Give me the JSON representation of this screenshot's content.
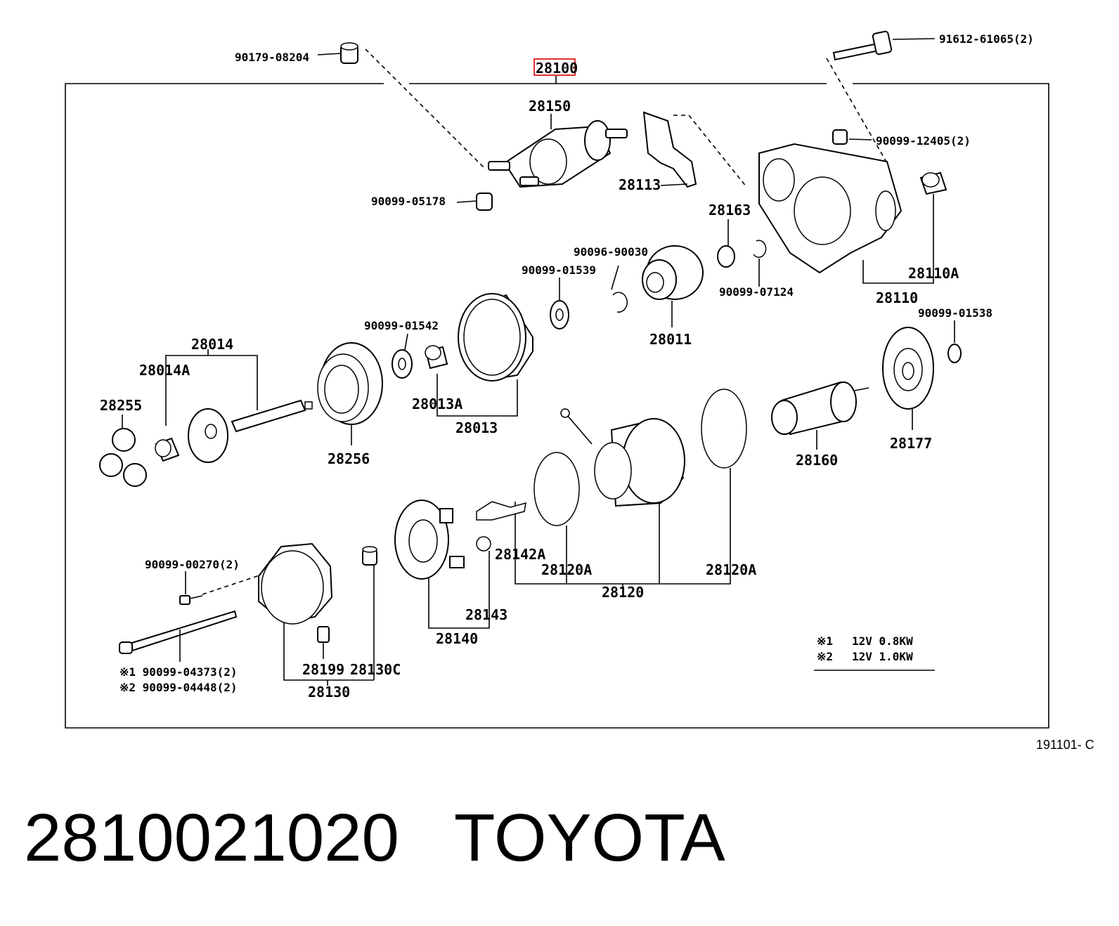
{
  "diagram": {
    "assembly_part": "28100",
    "reference_code": "191101- C",
    "labels": {
      "p90179_08204": "90179-08204",
      "p91612_61065": "91612-61065(2)",
      "p28150": "28150",
      "p90099_12405": "90099-12405(2)",
      "p28113": "28113",
      "p90099_05178": "90099-05178",
      "p28163": "28163",
      "p90096_90030": "90096-90030",
      "p90099_01539": "90099-01539",
      "p28110A": "28110A",
      "p90099_07124": "90099-07124",
      "p28110": "28110",
      "p90099_01538": "90099-01538",
      "p28011": "28011",
      "p90099_01542": "90099-01542",
      "p28014": "28014",
      "p28014A": "28014A",
      "p28255": "28255",
      "p28013A": "28013A",
      "p28013": "28013",
      "p28256": "28256",
      "p28160": "28160",
      "p28177": "28177",
      "p90099_00270": "90099-00270(2)",
      "p28142A": "28142A",
      "p28120A_left": "28120A",
      "p28120A_right": "28120A",
      "p28120": "28120",
      "p28143": "28143",
      "p28140": "28140",
      "p28199": "28199",
      "p28130C": "28130C",
      "p28130": "28130",
      "p90099_04373": "※1 90099-04373(2)",
      "p90099_04448": "※2 90099-04448(2)"
    },
    "notes": [
      {
        "mark": "※1",
        "spec": "12V  0.8KW"
      },
      {
        "mark": "※2",
        "spec": "12V  1.0KW"
      }
    ]
  },
  "caption": {
    "part_number": "2810021020",
    "brand": "TOYOTA"
  },
  "colors": {
    "highlight_box": "#e03030",
    "line": "#000000",
    "background": "#ffffff"
  }
}
